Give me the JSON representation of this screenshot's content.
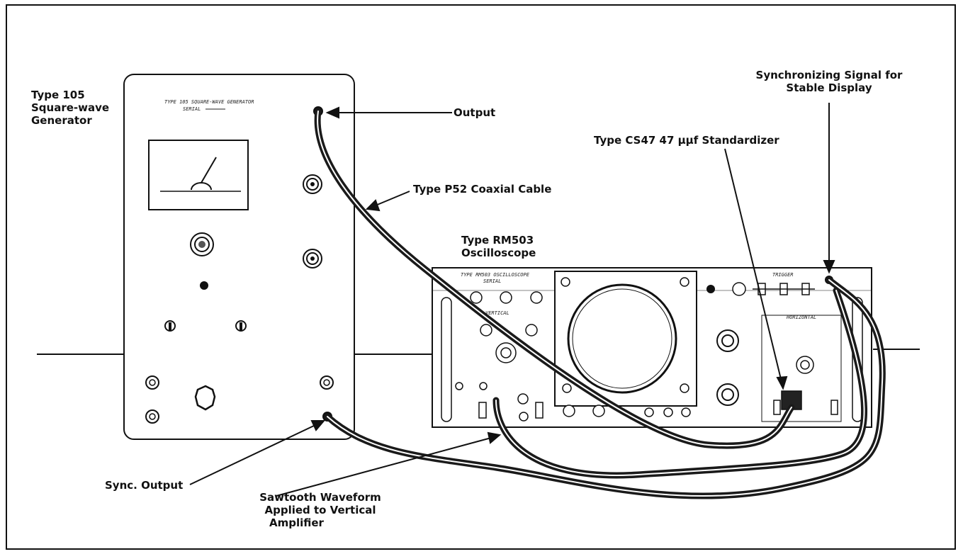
{
  "labels": {
    "generator_line1": "Type 105",
    "generator_line2": "Square-wave",
    "generator_line3": "Generator",
    "output": "Output",
    "coax_cable": "Type P52 Coaxial Cable",
    "scope_line1": "Type RM503",
    "scope_line2": "Oscilloscope",
    "standardizer": "Type CS47 47 µµf Standardizer",
    "sync_signal_line1": "Synchronizing Signal for",
    "sync_signal_line2": "Stable Display",
    "sync_output": "Sync. Output",
    "sawtooth_line1": "Sawtooth Waveform",
    "sawtooth_line2": "Applied to Vertical",
    "sawtooth_line3": "Amplifier"
  },
  "panel_text": {
    "generator_title": "TYPE 105 SQUARE-WAVE GENERATOR",
    "generator_serial": "SERIAL",
    "scope_title": "TYPE RM503 OSCILLOSCOPE",
    "scope_serial": "SERIAL",
    "vertical": "VERTICAL",
    "trigger": "TRIGGER",
    "horizontal": "HORIZONTAL"
  },
  "colors": {
    "line": "#111111",
    "panel": "#ffffff",
    "cable": "#1a1a1a"
  }
}
